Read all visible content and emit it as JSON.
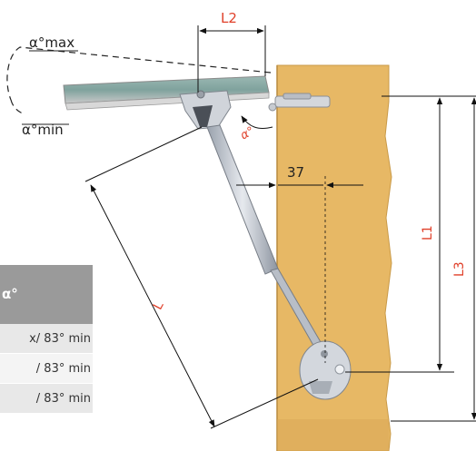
{
  "labels": {
    "l2": "L2",
    "alpha_max": "α°max",
    "alpha_min": "α°min",
    "alpha": "α°",
    "dim_37": "37",
    "l1": "L1",
    "l3": "L3",
    "l": "L"
  },
  "table": {
    "header": "α°",
    "rows": [
      "x/ 83° min",
      "/ 83° min",
      "/ 83° min"
    ]
  },
  "colors": {
    "wood": "#e7b865",
    "arrow_red": "#e0402a"
  }
}
